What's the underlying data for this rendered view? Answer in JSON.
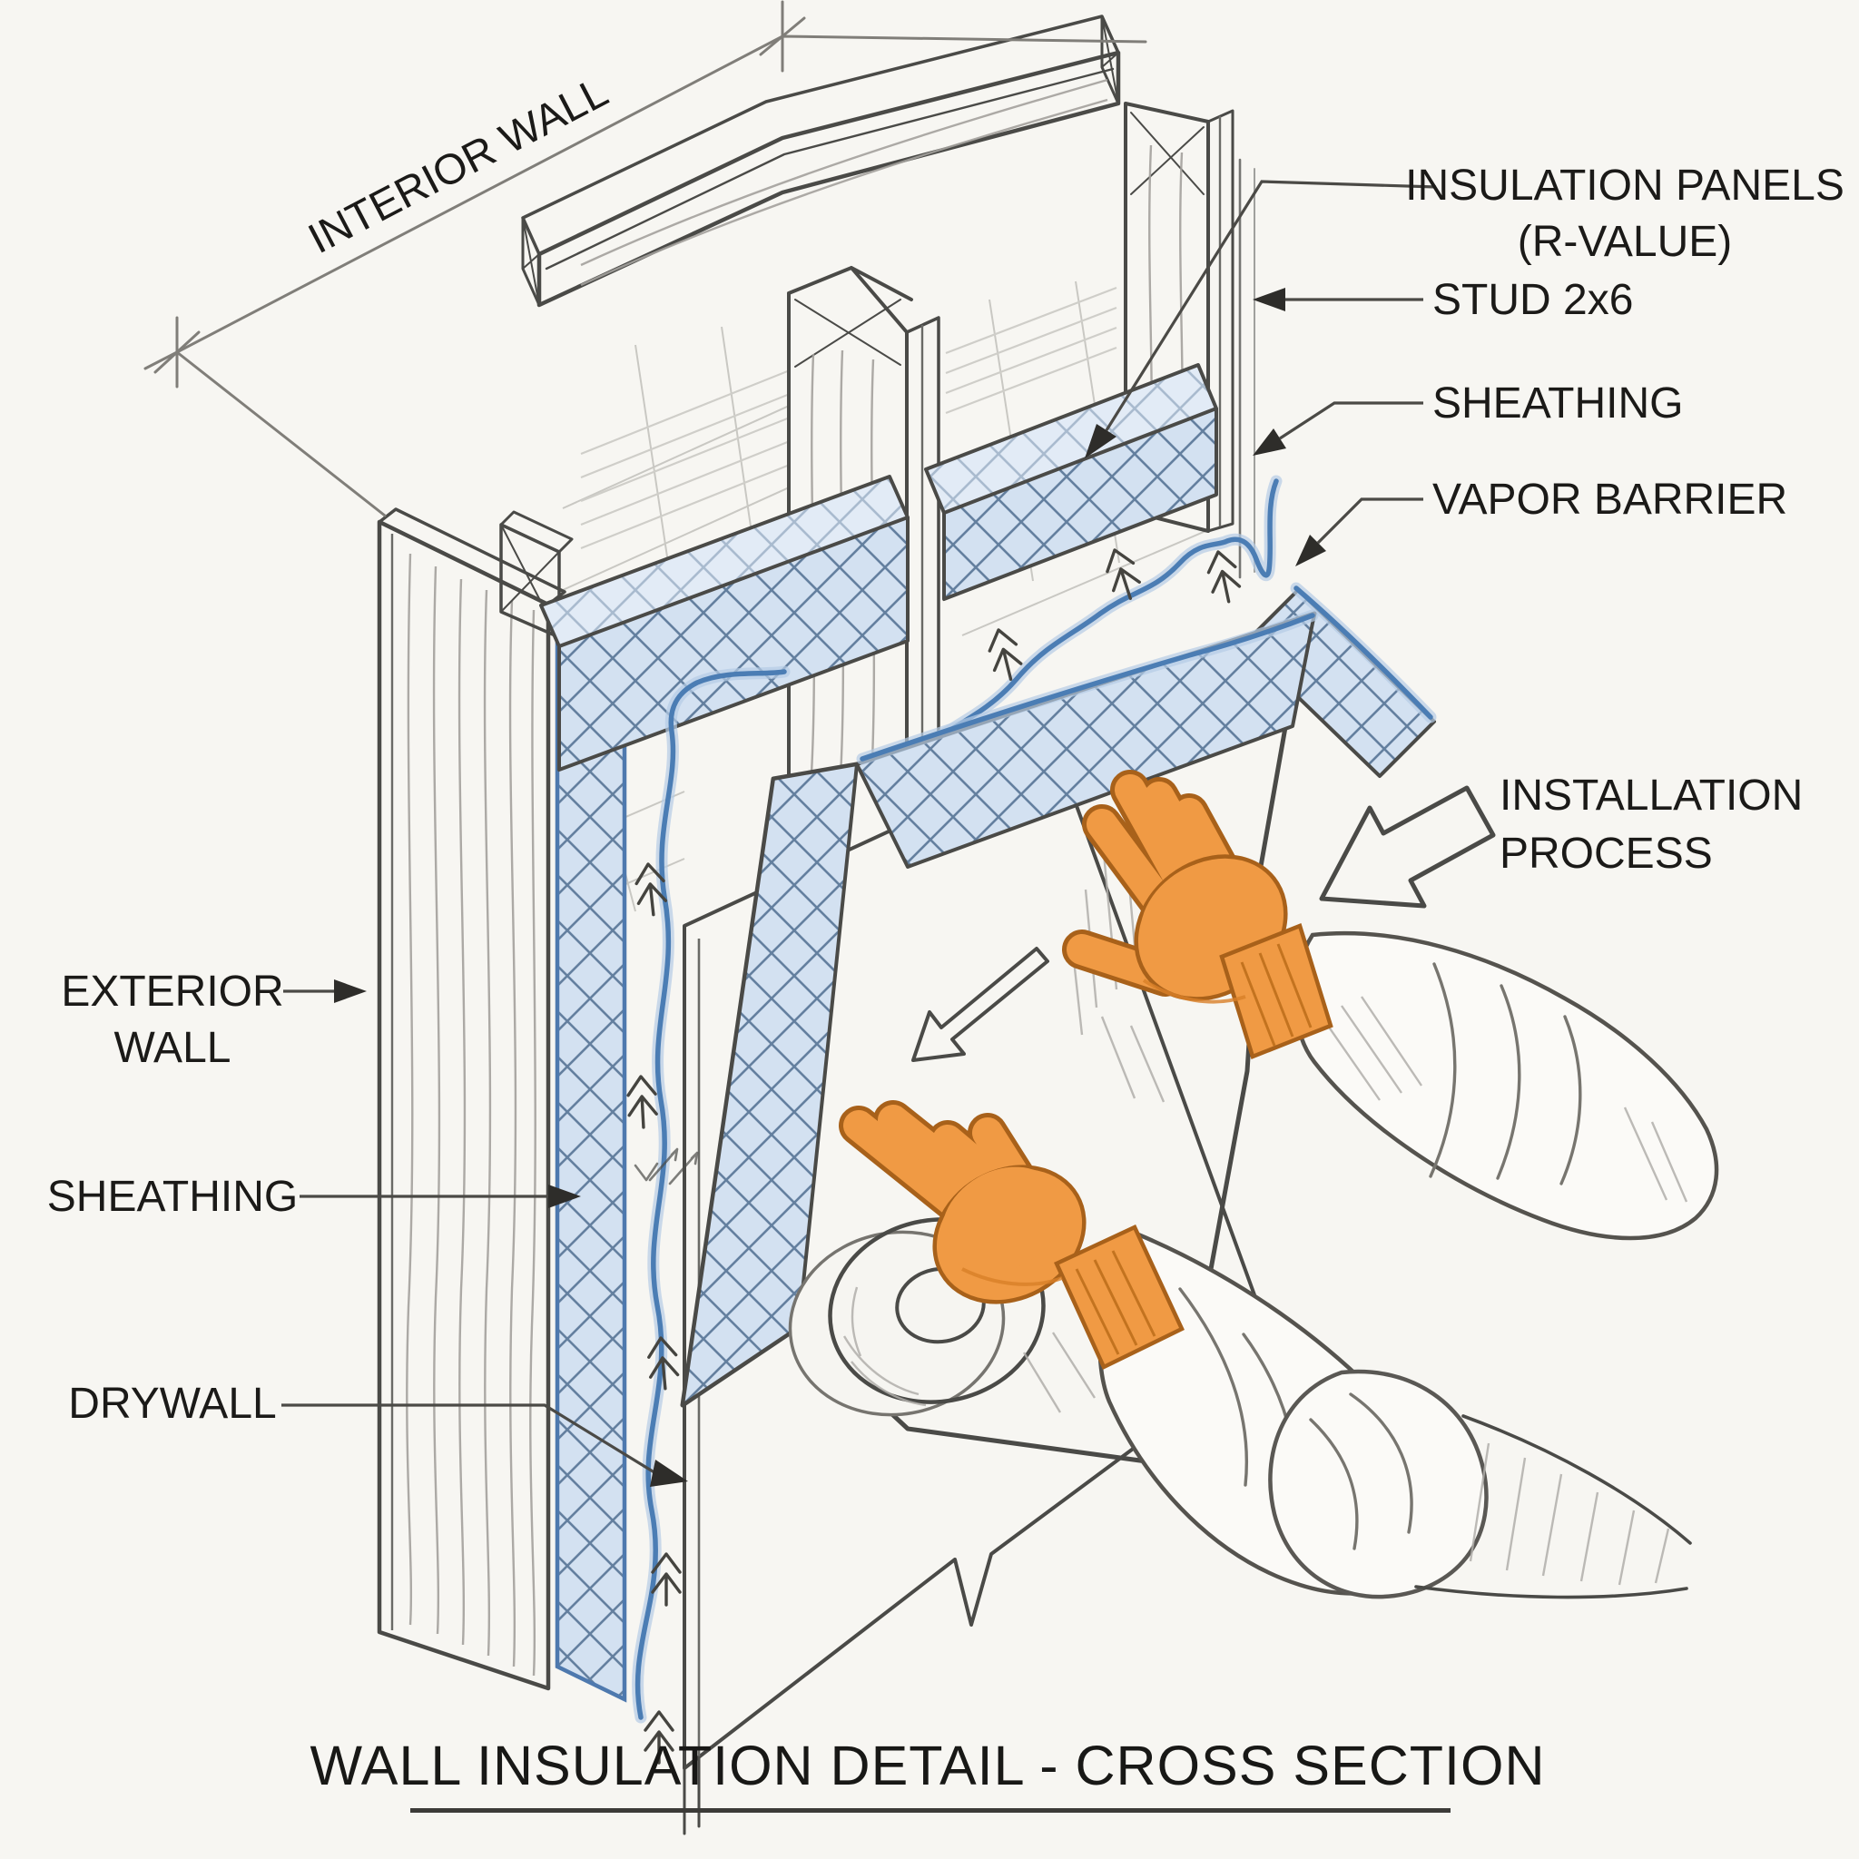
{
  "labels": {
    "interior_wall": "INTERIOR WALL",
    "insulation_panels_1": "INSULATION PANELS",
    "insulation_panels_2": "(R-VALUE)",
    "stud": "STUD 2x6",
    "sheathing_right": "SHEATHING",
    "vapor_barrier": "VAPOR BARRIER",
    "installation_1": "INSTALLATION",
    "installation_2": "PROCESS",
    "exterior_wall_1": "EXTERIOR",
    "exterior_wall_2": "WALL",
    "sheathing_left": "SHEATHING",
    "drywall": "DRYWALL",
    "title": "WALL INSULATION DETAIL - CROSS SECTION"
  },
  "colors": {
    "background": "#f7f6f2",
    "pencil": "#4a4a47",
    "insulation_fill": "#d3e1f1",
    "insulation_hatch": "#64809f",
    "insulation_edge": "#4e79ae",
    "vapor_barrier_blue": "#4b7db4",
    "glove_orange": "#f09a44",
    "glove_outline": "#a8611a",
    "sleeve_white": "#fbfaf7",
    "label_text": "#1b1a18"
  }
}
